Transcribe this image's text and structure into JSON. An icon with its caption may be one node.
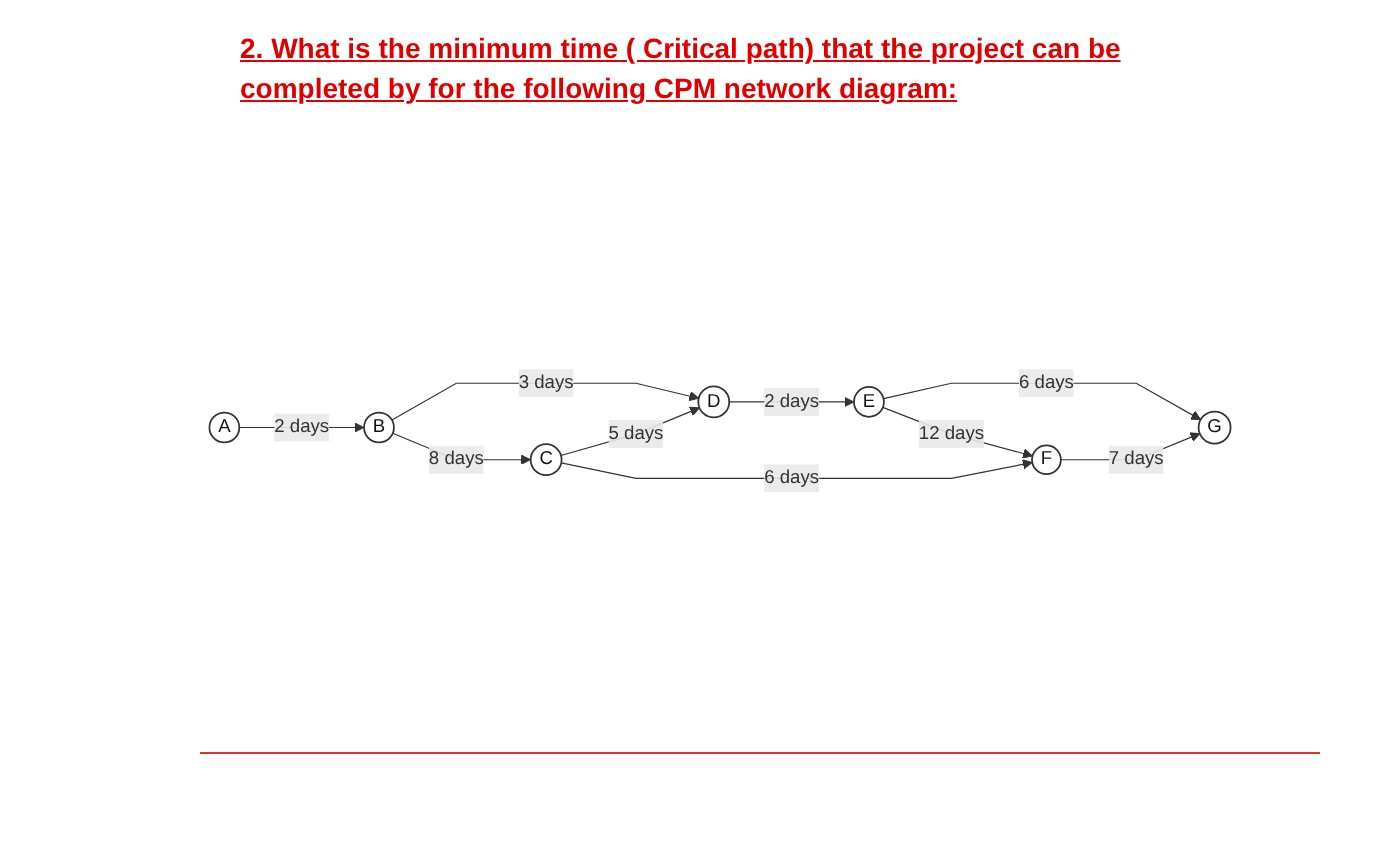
{
  "diagram": {
    "title": "2. What is the minimum time ( Critical path) that the project can be completed by for the following CPM network diagram:",
    "nodes": [
      {
        "text": [
          "A"
        ]
      },
      {
        "text": [
          "B"
        ]
      },
      {
        "text": [
          "C"
        ]
      },
      {
        "text": [
          "D"
        ]
      },
      {
        "text": [
          "E"
        ]
      },
      {
        "text": [
          "F"
        ]
      },
      {
        "text": [
          "G"
        ]
      }
    ],
    "edges": [
      {
        "from": 0,
        "to": 1,
        "arrow": "to",
        "label": "2 days"
      },
      {
        "from": 1,
        "to": 3,
        "arrow": "to",
        "label": "3 days"
      },
      {
        "from": 1,
        "to": 2,
        "arrow": "to",
        "label": "8 days"
      },
      {
        "from": 2,
        "to": 3,
        "arrow": "to",
        "label": "5 days"
      },
      {
        "from": 3,
        "to": 4,
        "arrow": "to",
        "label": "2 days"
      },
      {
        "from": 4,
        "to": 5,
        "arrow": "to",
        "label": "12 days"
      },
      {
        "from": 4,
        "to": 6,
        "arrow": "to",
        "label": "6 days"
      },
      {
        "from": 2,
        "to": 5,
        "arrow": "to",
        "label": "6 days"
      },
      {
        "from": 5,
        "to": 6,
        "arrow": "to",
        "label": "7 days"
      }
    ]
  }
}
